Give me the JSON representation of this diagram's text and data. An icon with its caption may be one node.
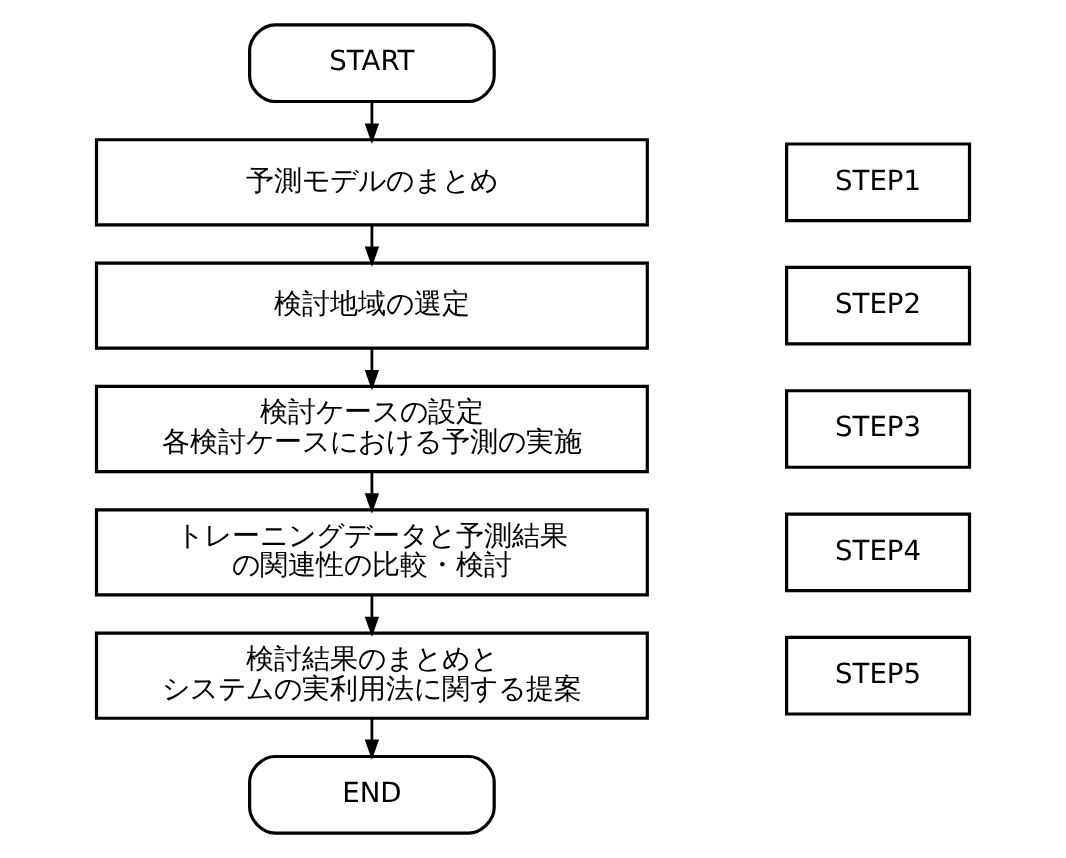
{
  "diagram": {
    "nodes": [
      {
        "text": [
          "START"
        ]
      },
      {
        "text": [
          "予測モデルのまとめ"
        ]
      },
      {
        "text": [
          "STEP1"
        ]
      },
      {
        "text": [
          "検討地域の選定"
        ]
      },
      {
        "text": [
          "STEP2"
        ]
      },
      {
        "text": [
          "検討ケースの設定各検討ケースにおける予測の実施"
        ]
      },
      {
        "text": [
          "STEP3"
        ]
      },
      {
        "text": [
          "トレーニングデータと予測結果の関連性の比較・検討"
        ]
      },
      {
        "text": [
          "STEP4"
        ]
      },
      {
        "text": [
          "検討結果のまとめとシステムの実利用法に関する提案"
        ]
      },
      {
        "text": [
          "STEP5"
        ]
      },
      {
        "text": [
          "END"
        ]
      }
    ],
    "edges": [
      {
        "from": 0,
        "to": 1,
        "arrow": "to"
      },
      {
        "from": 1,
        "to": 3,
        "arrow": "to"
      },
      {
        "from": 3,
        "to": 5,
        "arrow": "to"
      },
      {
        "from": 5,
        "to": 7,
        "arrow": "to"
      },
      {
        "from": 7,
        "to": 9,
        "arrow": "to"
      },
      {
        "from": 9,
        "to": 11,
        "arrow": "to"
      }
    ]
  }
}
